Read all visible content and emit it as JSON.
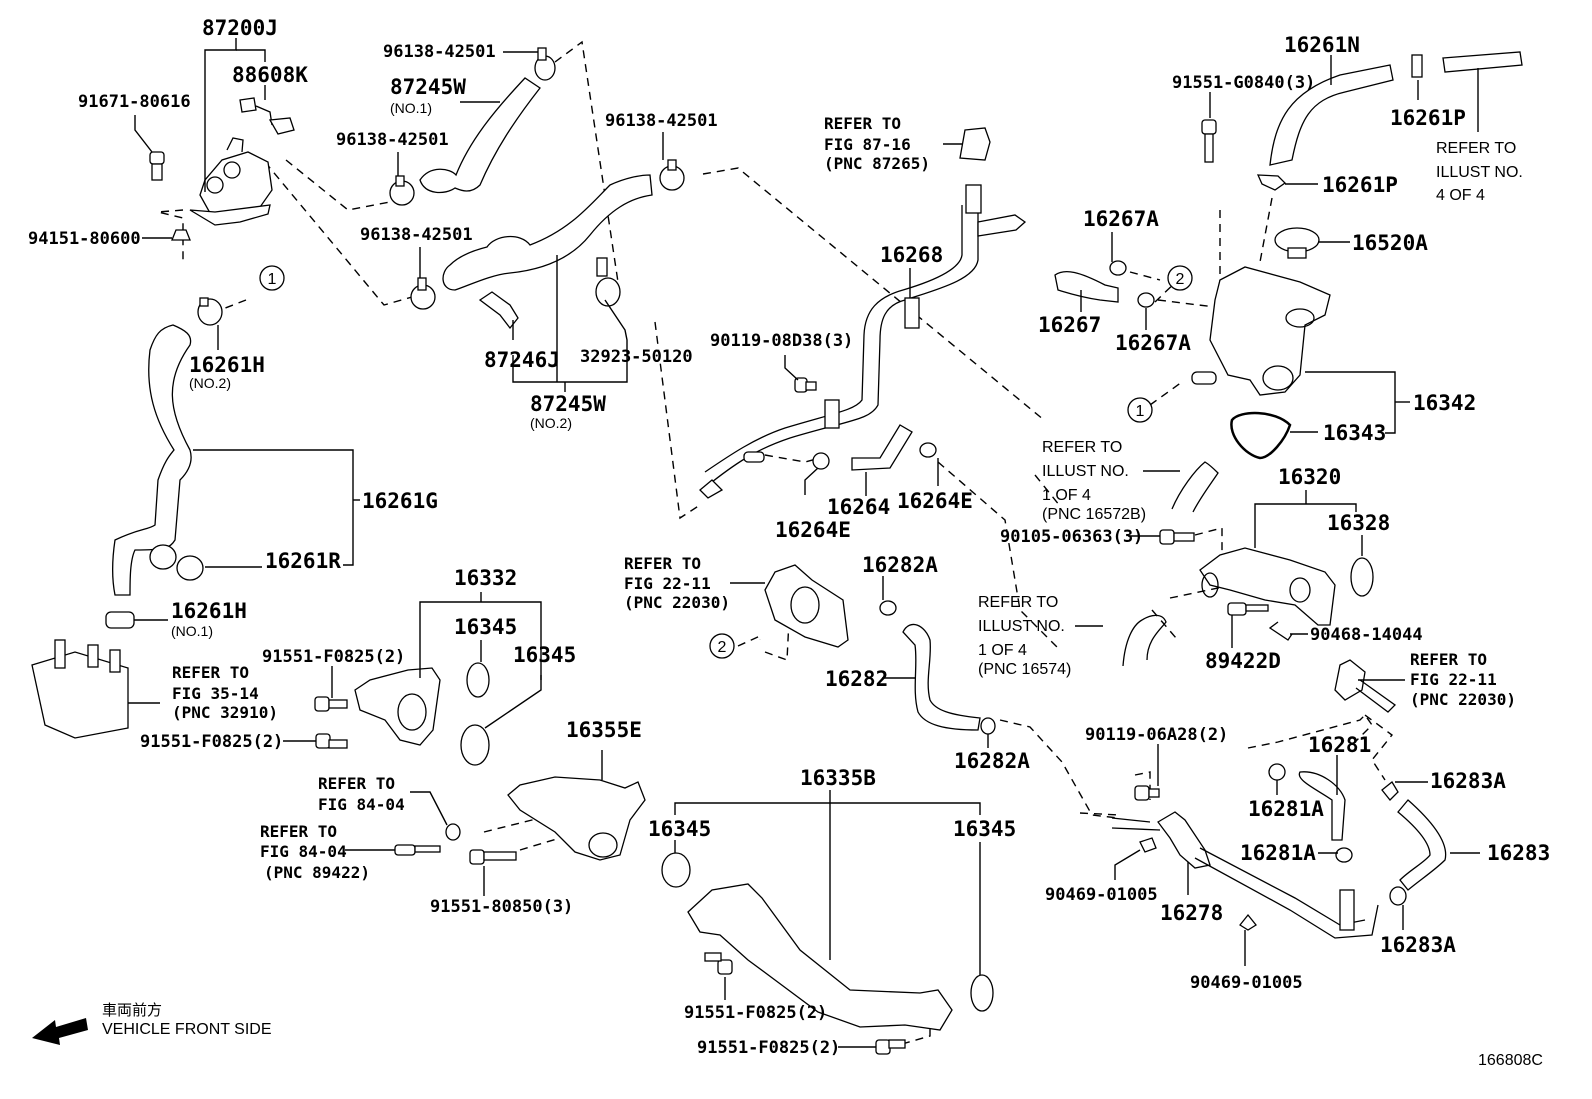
{
  "diagram": {
    "figure_id": "166808C",
    "front_side": {
      "jp": "車両前方",
      "en": "VEHICLE FRONT SIDE"
    },
    "labels": {
      "p87200J": "87200J",
      "p88608K": "88608K",
      "p91671": "91671-80616",
      "p94151": "94151-80600",
      "p96138_a": "96138-42501",
      "p96138_b": "96138-42501",
      "p96138_c": "96138-42501",
      "p96138_d": "96138-42501",
      "p87245W_1": "87245W",
      "p87245W_1_sub": "(NO.1)",
      "p87246J": "87246J",
      "p32923": "32923-50120",
      "p87245W_2": "87245W",
      "p87245W_2_sub": "(NO.2)",
      "p16261H_2": "16261H",
      "p16261H_2_sub": "(NO.2)",
      "p16261G": "16261G",
      "p16261R": "16261R",
      "p16261H_1": "16261H",
      "p16261H_1_sub": "(NO.1)",
      "p16268": "16268",
      "p90119_08D38": "90119-08D38(3)",
      "p16264": "16264",
      "p16264E_a": "16264E",
      "p16264E_b": "16264E",
      "p16261N": "16261N",
      "p16261P_a": "16261P",
      "p16261P_b": "16261P",
      "p91551_G0840": "91551-G0840(3)",
      "p16520A": "16520A",
      "p16267A_a": "16267A",
      "p16267A_b": "16267A",
      "p16267": "16267",
      "p16342": "16342",
      "p16343": "16343",
      "p16320": "16320",
      "p16328": "16328",
      "p90105": "90105-06363(3)",
      "p89422D": "89422D",
      "p90468": "90468-14044",
      "p16332": "16332",
      "p16345_a": "16345",
      "p16345_b": "16345",
      "p16345_c": "16345",
      "p16345_d": "16345",
      "p91551_F0825_a": "91551-F0825(2)",
      "p91551_F0825_b": "91551-F0825(2)",
      "p91551_F0825_c": "91551-F0825(2)",
      "p91551_F0825_d": "91551-F0825(2)",
      "p16355E": "16355E",
      "p91551_80850": "91551-80850(3)",
      "p16335B": "16335B",
      "p16282A_a": "16282A",
      "p16282A_b": "16282A",
      "p16282": "16282",
      "p90119_06A28": "90119-06A28(2)",
      "p90469_a": "90469-01005",
      "p90469_b": "90469-01005",
      "p16278": "16278",
      "p16281": "16281",
      "p16281A_a": "16281A",
      "p16281A_b": "16281A",
      "p16283": "16283",
      "p16283A_a": "16283A",
      "p16283A_b": "16283A"
    },
    "references": {
      "fig87_16": [
        "REFER TO",
        "FIG 87-16",
        "(PNC 87265)"
      ],
      "illust4of4": [
        "REFER TO",
        "ILLUST NO.",
        "4 OF 4"
      ],
      "illust1of4_16572B": [
        "REFER TO",
        "ILLUST NO.",
        "1 OF 4",
        "(PNC 16572B)"
      ],
      "illust1of4_16574": [
        "REFER TO",
        "ILLUST NO.",
        "1 OF 4",
        "(PNC 16574)"
      ],
      "fig22_11_a": [
        "REFER TO",
        "FIG 22-11",
        "(PNC 22030)"
      ],
      "fig22_11_b": [
        "REFER TO",
        "FIG 22-11",
        "(PNC 22030)"
      ],
      "fig35_14": [
        "REFER TO",
        "FIG 35-14",
        "(PNC 32910)"
      ],
      "fig84_04_a": [
        "REFER TO",
        "FIG 84-04"
      ],
      "fig84_04_b": [
        "REFER TO",
        "FIG 84-04",
        "(PNC 89422)"
      ]
    },
    "connectors": {
      "c1": "1",
      "c2": "2"
    }
  }
}
